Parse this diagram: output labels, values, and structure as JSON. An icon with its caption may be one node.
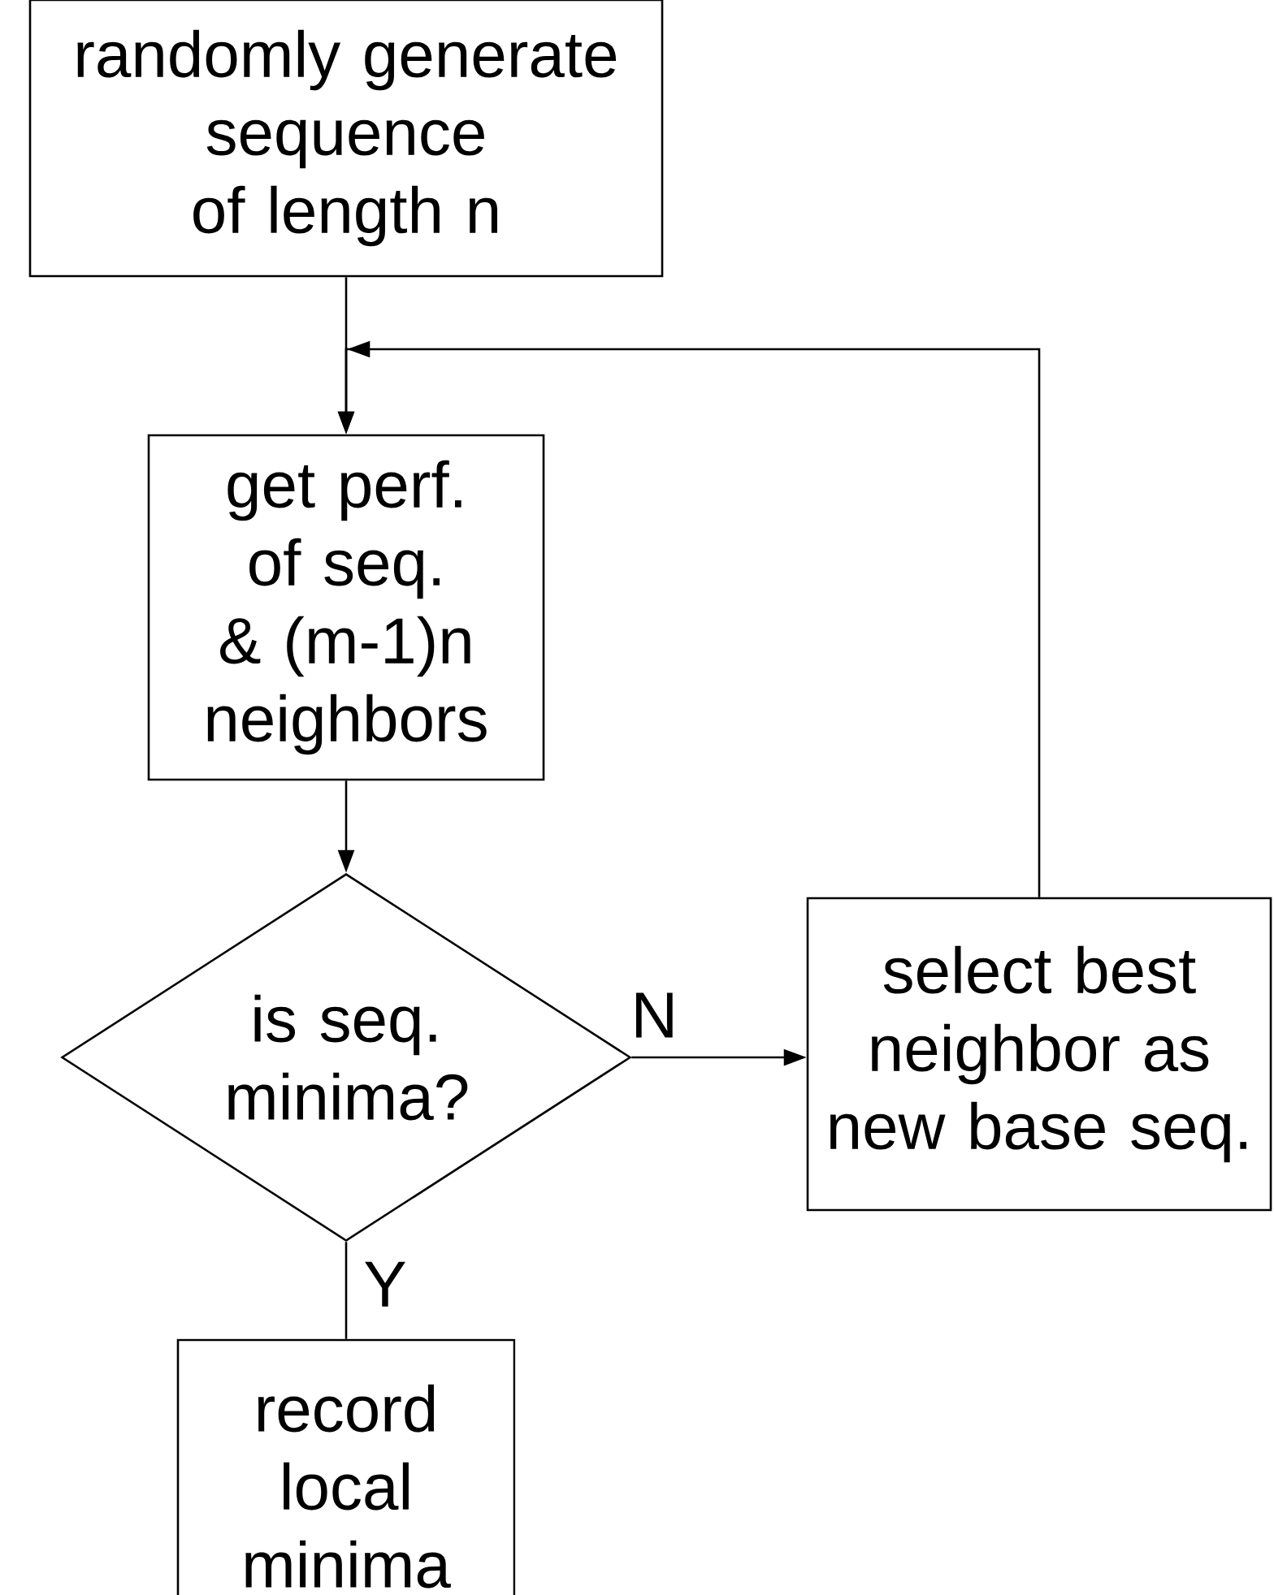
{
  "diagram": {
    "nodes": [
      {
        "text": [
          "randomly generate sequence of length n"
        ]
      },
      {
        "text": [
          "get perf. of seq. & (m-1)n neighbors"
        ]
      },
      {
        "text": [
          "is seq. minima?"
        ]
      },
      {
        "text": [
          "select best neighbor as new base seq."
        ]
      },
      {
        "text": [
          "record local minima"
        ]
      }
    ],
    "edges": [
      {
        "from": 0,
        "to": 1,
        "arrow": "to"
      },
      {
        "from": 1,
        "to": 2,
        "arrow": "to"
      },
      {
        "from": 2,
        "to": 3,
        "arrow": "to",
        "label": "N"
      },
      {
        "from": 2,
        "to": 4,
        "arrow": "none",
        "label": "Y"
      },
      {
        "from": 3,
        "to": 1,
        "arrow": "to"
      }
    ]
  }
}
